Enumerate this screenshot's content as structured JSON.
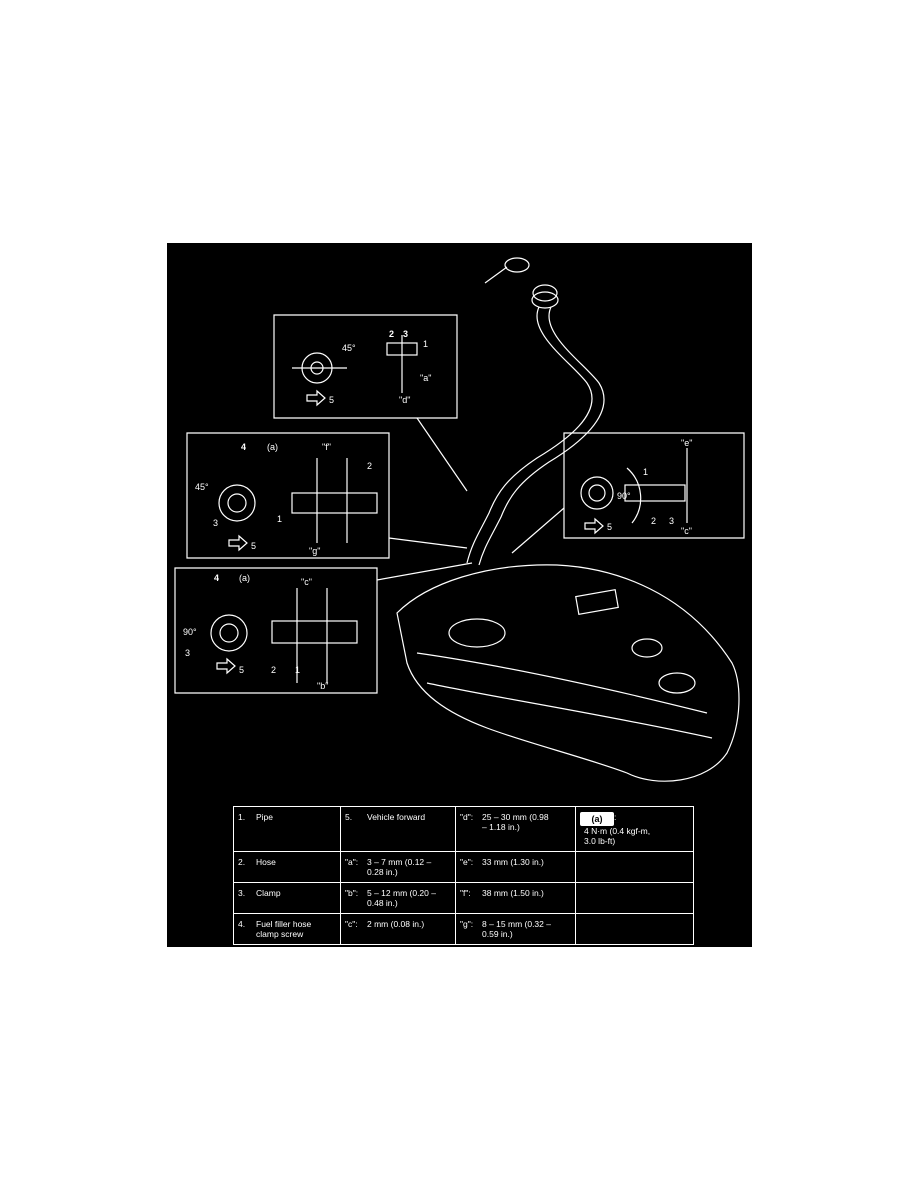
{
  "callouts": {
    "n1": "1",
    "n2": "2",
    "n3": "3",
    "n4": "4",
    "n5": "5",
    "a": "\"a\"",
    "b": "\"b\"",
    "c": "\"c\"",
    "d": "\"d\"",
    "e": "\"e\"",
    "f": "\"f\"",
    "g": "\"g\"",
    "deg45": "45°",
    "deg90": "90°",
    "torque_mark": "(a)"
  },
  "legend": {
    "rows": [
      {
        "num": "1.",
        "part": "Pipe",
        "item_num": "5.",
        "item": "Vehicle forward",
        "dim_key": "\"d\":",
        "dim_val": "25 – 30 mm (0.98 – 1.18 in.)"
      },
      {
        "num": "2.",
        "part": "Hose",
        "item_num": "\"a\":",
        "item": "3 – 7 mm (0.12 – 0.28 in.)",
        "dim_key": "\"e\":",
        "dim_val": "33 mm (1.30 in.)"
      },
      {
        "num": "3.",
        "part": "Clamp",
        "item_num": "\"b\":",
        "item": "5 – 12 mm (0.20 – 0.48 in.)",
        "dim_key": "\"f\":",
        "dim_val": "38 mm (1.50 in.)"
      },
      {
        "num": "4.",
        "part": "Fuel filler hose clamp screw",
        "item_num": "\"c\":",
        "item": "2 mm (0.08 in.)",
        "dim_key": "\"g\":",
        "dim_val": "8 – 15 mm (0.32 – 0.59 in.)"
      }
    ],
    "torque": {
      "symbol": "(a)",
      "sep": ":",
      "value": "4 N·m (0.4 kgf-m, 3.0 lb-ft)"
    }
  }
}
